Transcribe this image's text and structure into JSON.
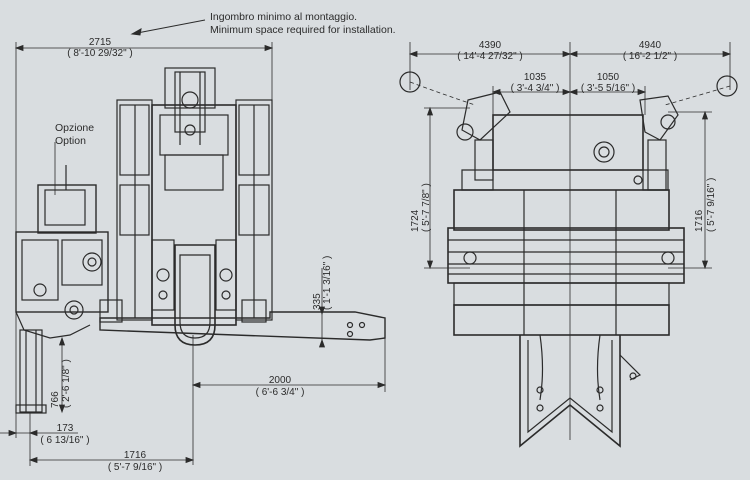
{
  "note": {
    "line1": "Ingombro minimo al montaggio.",
    "line2": "Minimum space required for installation."
  },
  "option": {
    "line1": "Opzione",
    "line2": "Option"
  },
  "side_view": {
    "width_mm": "2715",
    "width_in": "( 8'-10 29/32\" )",
    "base_mm": "335",
    "base_in": "( 1'-1 3/16\" )",
    "reach_mm": "2000",
    "reach_in": "( 6'-6 3/4\" )",
    "low_mm": "766",
    "low_in": "( 2'-6 1/8\" )",
    "offset_mm": "173",
    "offset_in": "( 6 13/16\" )",
    "total_mm": "1716",
    "total_in": "( 5'-7 9/16\" )"
  },
  "front_view": {
    "left_mm": "4390",
    "left_in": "( 14'-4 27/32\" )",
    "right_mm": "4940",
    "right_in": "( 16'-2 1/2\" )",
    "inner_left_mm": "1035",
    "inner_left_in": "( 3'-4 3/4\" )",
    "inner_right_mm": "1050",
    "inner_right_in": "( 3'-5 5/16\" )",
    "height_left_mm": "1724",
    "height_left_in": "( 5'-7 7/8\" )",
    "height_right_mm": "1716",
    "height_right_in": "( 5'-7 9/16\" )"
  },
  "colors": {
    "background": "#d9dde0",
    "ink": "#2b2b2b"
  }
}
